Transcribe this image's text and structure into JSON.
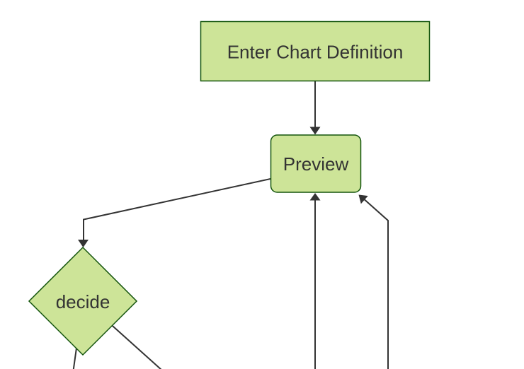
{
  "diagram": {
    "type": "flowchart",
    "nodes": [
      {
        "id": "definition",
        "label": "Enter Chart Definition",
        "shape": "rectangle"
      },
      {
        "id": "preview",
        "label": "Preview",
        "shape": "rounded-rectangle"
      },
      {
        "id": "decide",
        "label": "decide",
        "shape": "diamond"
      }
    ],
    "edges": [
      {
        "from": "definition",
        "to": "preview",
        "arrow": true
      },
      {
        "from": "preview",
        "to": "decide",
        "arrow": true
      },
      {
        "from": "offscreen-bottom-left",
        "to": "offscreen",
        "arrow": false
      },
      {
        "from": "offscreen-bottom-right",
        "to": "offscreen",
        "arrow": false
      },
      {
        "from": "offscreen-bottom-center",
        "to": "preview",
        "arrow": true
      },
      {
        "from": "offscreen-bottom-far-right",
        "to": "preview",
        "arrow": true
      }
    ],
    "colors": {
      "background": "#ffffff",
      "node_fill": "#cde498",
      "node_stroke": "#13540c",
      "edge_stroke": "#333333",
      "arrowhead_fill": "#333333",
      "label_color": "#333333"
    }
  }
}
